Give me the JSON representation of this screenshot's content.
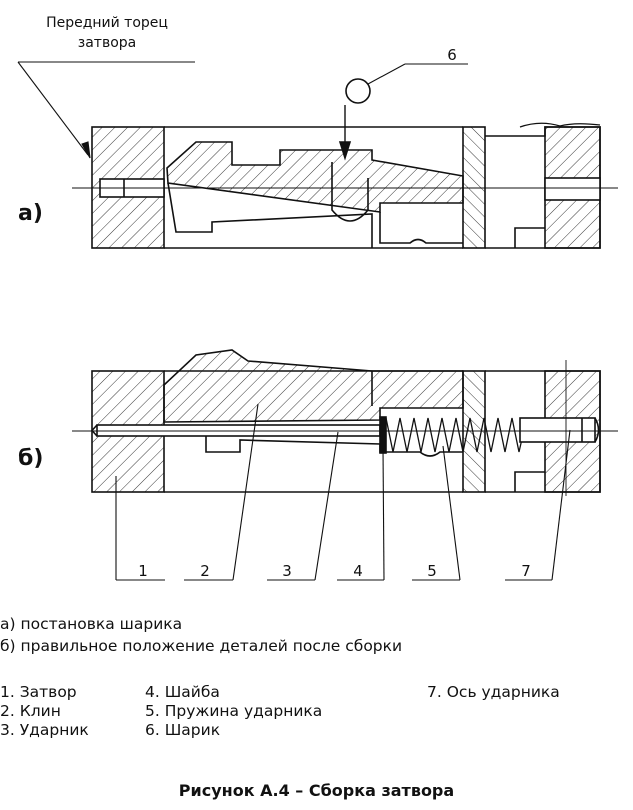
{
  "front_face_label": [
    "Передний торец",
    "затвора"
  ],
  "view_labels": {
    "a": "а)",
    "b": "б)"
  },
  "leader_numbers": [
    "1",
    "2",
    "3",
    "4",
    "5",
    "6",
    "7"
  ],
  "captions": {
    "a": "а) постановка шарика",
    "b": "б) правильное положение деталей после сборки"
  },
  "legend": {
    "col1": [
      "1. Затвор",
      "2. Клин",
      "3. Ударник"
    ],
    "col2": [
      "4. Шайба",
      "5. Пружина ударника",
      "6. Шарик"
    ],
    "col3": [
      "7. Ось ударника"
    ]
  },
  "figure_title": "Рисунок А.4 – Сборка затвора"
}
